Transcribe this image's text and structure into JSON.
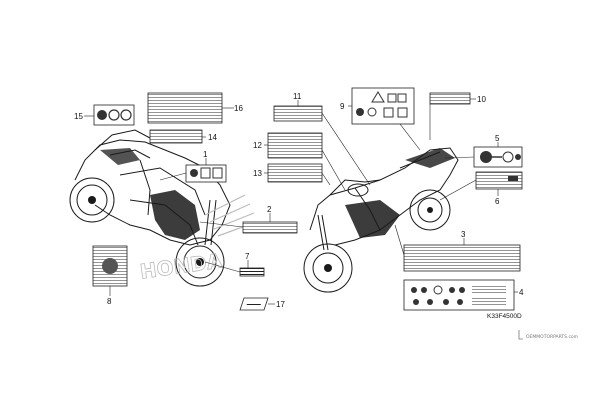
{
  "callouts": [
    "1",
    "2",
    "3",
    "4",
    "5",
    "6",
    "7",
    "8",
    "9",
    "10",
    "11",
    "12",
    "13",
    "14",
    "15",
    "16",
    "17"
  ],
  "diagram_code": "K33F4500D",
  "watermark": "OEMMOTORPARTS.com",
  "decal_text": "HONDA"
}
